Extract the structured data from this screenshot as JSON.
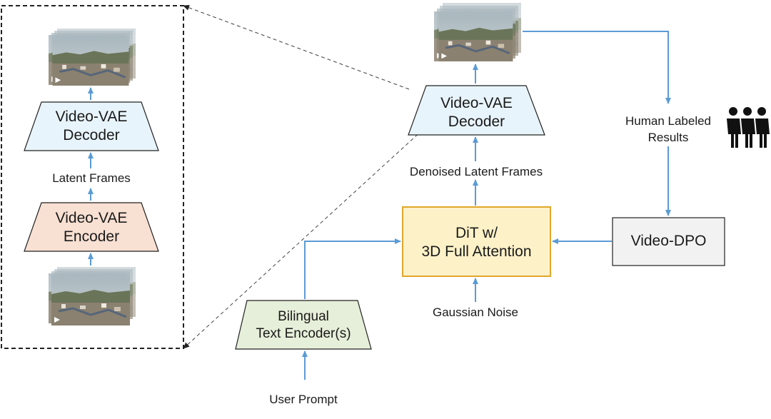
{
  "left_panel": {
    "decoder": {
      "line1": "Video-VAE",
      "line2": "Decoder"
    },
    "latent_label": "Latent Frames",
    "encoder": {
      "line1": "Video-VAE",
      "line2": "Encoder"
    }
  },
  "main": {
    "decoder": {
      "line1": "Video-VAE",
      "line2": "Decoder"
    },
    "denoised_label": "Denoised Latent Frames",
    "dit": {
      "line1": "DiT w/",
      "line2": "3D Full Attention"
    },
    "gaussian_label": "Gaussian Noise",
    "text_encoder": {
      "line1": "Bilingual",
      "line2": "Text Encoder(s)"
    },
    "user_prompt_label": "User Prompt",
    "dpo": {
      "label": "Video-DPO"
    },
    "human_label": {
      "line1": "Human Labeled",
      "line2": "Results"
    }
  },
  "icons": [
    "video-frames-stack-icon",
    "people-icon"
  ],
  "colors": {
    "arrow": "#5b9bd5",
    "decoder_fill": "#e8f4fb",
    "encoder_fill": "#f8e0d3",
    "dit_fill": "#fdf1c8",
    "dit_stroke": "#e1a72c",
    "text_encoder_fill": "#e6efd9",
    "dpo_fill": "#f2f2f2"
  }
}
